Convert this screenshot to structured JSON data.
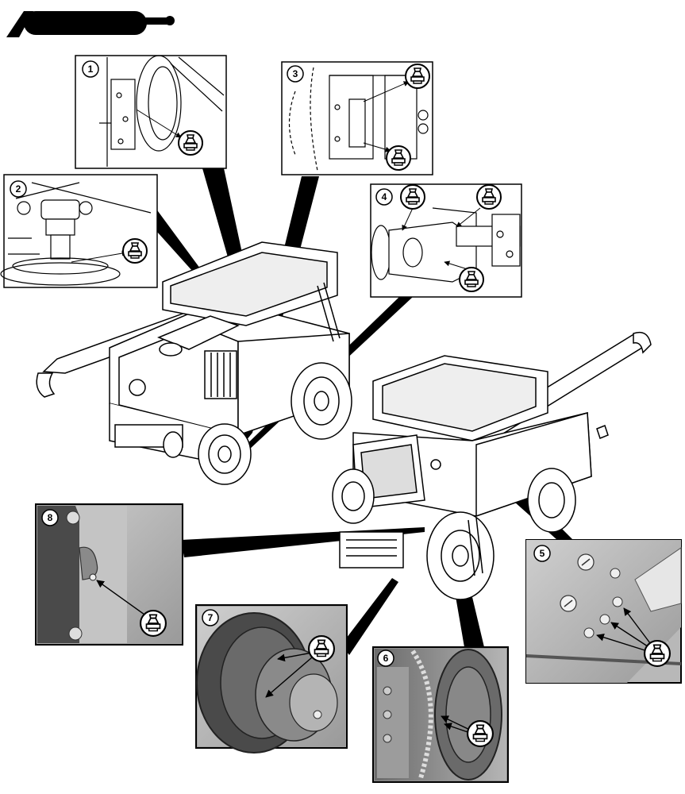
{
  "figure": {
    "header_icon": "grease-gun-icon",
    "machine_icon": "combine-harvester-icon",
    "fitting_icon": "grease-fitting-icon",
    "callouts": [
      {
        "label": "1"
      },
      {
        "label": "2"
      },
      {
        "label": "3"
      },
      {
        "label": "4"
      },
      {
        "label": "5"
      },
      {
        "label": "6"
      },
      {
        "label": "7"
      },
      {
        "label": "8"
      }
    ]
  }
}
